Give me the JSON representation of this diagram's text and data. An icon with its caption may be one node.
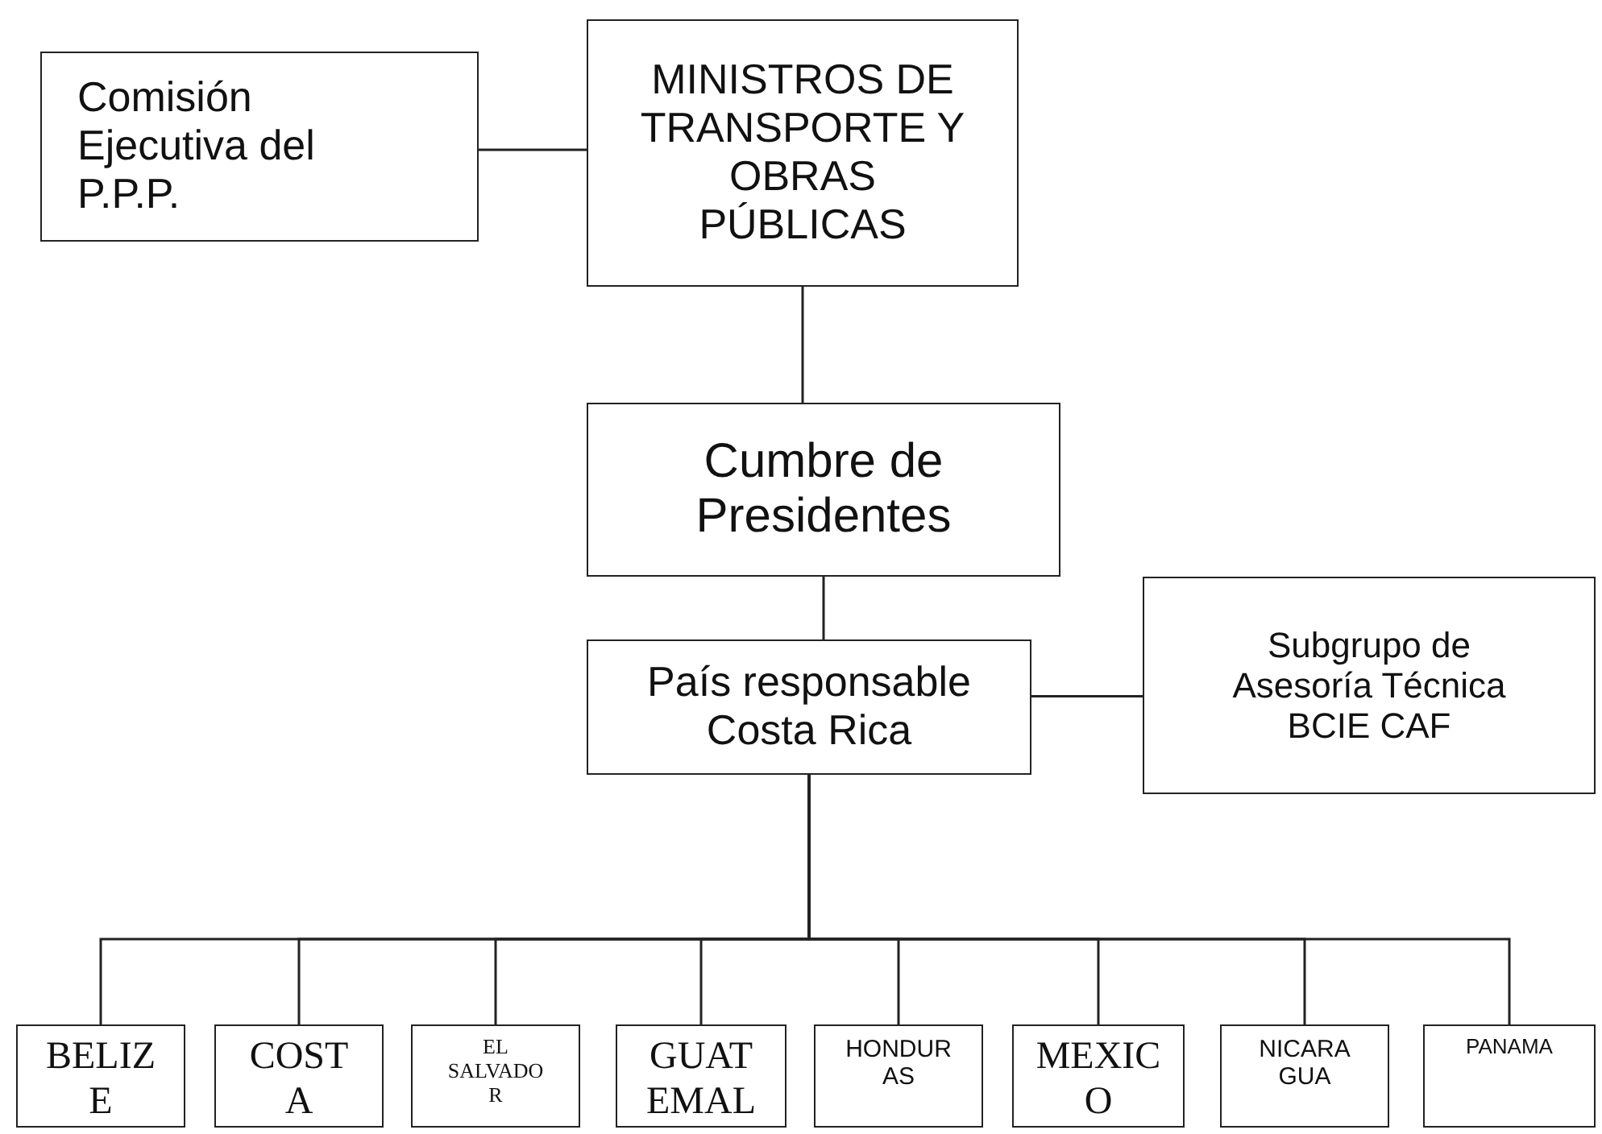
{
  "diagram": {
    "nodes": [
      {
        "text": [
          "Comisión Ejecutiva del P.P.P."
        ]
      },
      {
        "text": [
          "MINISTROS DE TRANSPORTE Y OBRAS PÚBLICAS"
        ]
      },
      {
        "text": [
          "Cumbre de Presidentes"
        ]
      },
      {
        "text": [
          "País responsable Costa Rica"
        ]
      },
      {
        "text": [
          "Subgrupo de Asesoría Técnica BCIE CAF"
        ]
      },
      {
        "text": [
          "BELIZ E"
        ]
      },
      {
        "text": [
          "COST A"
        ]
      },
      {
        "text": [
          "EL SALVADO R"
        ]
      },
      {
        "text": [
          "GUAT EMAL"
        ]
      },
      {
        "text": [
          "HONDUR AS"
        ]
      },
      {
        "text": [
          "MEXIC O"
        ]
      },
      {
        "text": [
          "NICARA GUA"
        ]
      },
      {
        "text": [
          "PANAMA"
        ]
      }
    ],
    "edges": [
      {
        "from": 0,
        "to": 1,
        "arrow": "none"
      },
      {
        "from": 1,
        "to": 2,
        "arrow": "none"
      },
      {
        "from": 2,
        "to": 3,
        "arrow": "none"
      },
      {
        "from": 3,
        "to": 4,
        "arrow": "none"
      },
      {
        "from": 3,
        "to": 5,
        "arrow": "none"
      },
      {
        "from": 3,
        "to": 6,
        "arrow": "none"
      },
      {
        "from": 3,
        "to": 7,
        "arrow": "none"
      },
      {
        "from": 3,
        "to": 8,
        "arrow": "none"
      },
      {
        "from": 3,
        "to": 9,
        "arrow": "none"
      },
      {
        "from": 3,
        "to": 10,
        "arrow": "none"
      },
      {
        "from": 3,
        "to": 11,
        "arrow": "none"
      },
      {
        "from": 3,
        "to": 12,
        "arrow": "none"
      }
    ]
  }
}
